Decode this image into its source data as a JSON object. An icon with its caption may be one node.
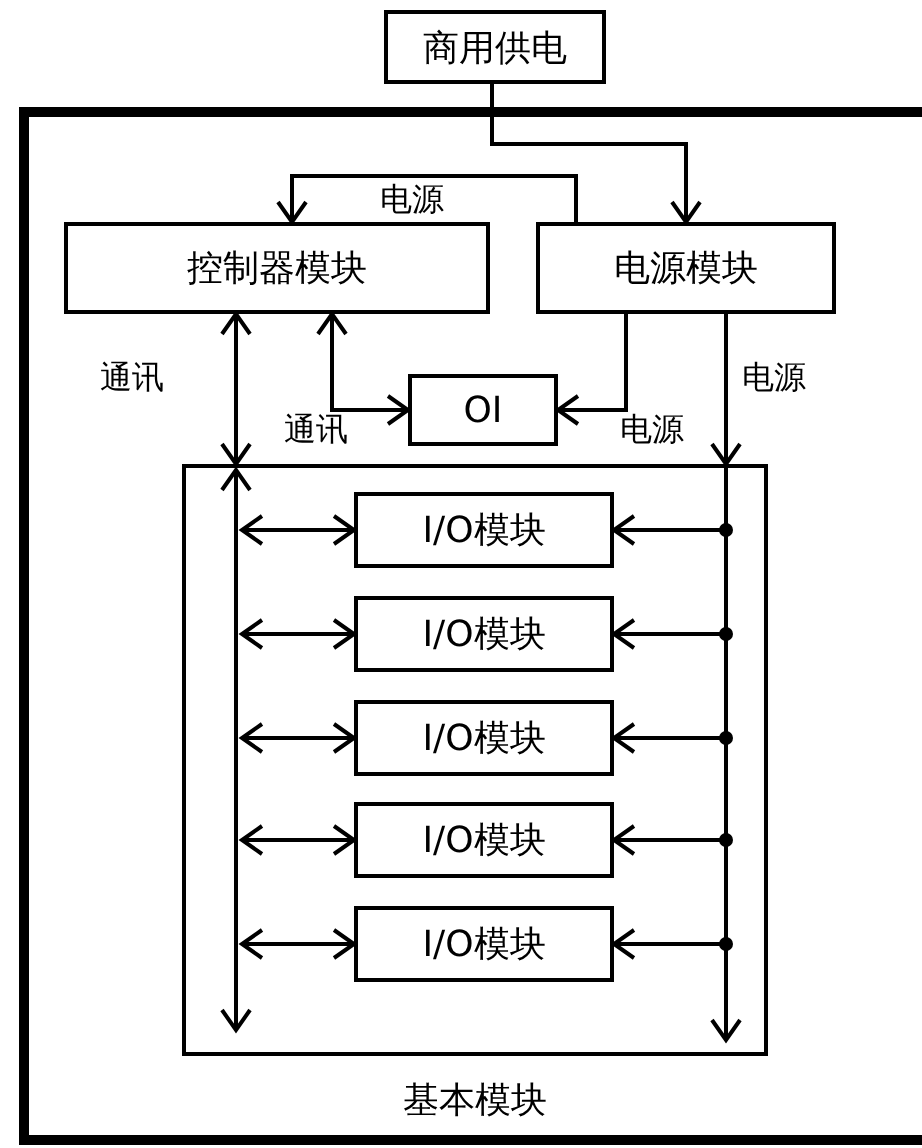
{
  "diagram": {
    "nodes": [
      {
        "text": [
          "商用供电"
        ]
      },
      {
        "text": [
          "控制器模块"
        ]
      },
      {
        "text": [
          "电源模块"
        ]
      },
      {
        "text": [
          "OI"
        ]
      },
      {
        "text": [
          "基本模块"
        ]
      },
      {
        "text": [
          "I/O模块"
        ],
        "in": 4
      },
      {
        "text": [
          "I/O模块"
        ],
        "in": 4
      },
      {
        "text": [
          "I/O模块"
        ],
        "in": 4
      },
      {
        "text": [
          "I/O模块"
        ],
        "in": 4
      },
      {
        "text": [
          "I/O模块"
        ],
        "in": 4
      }
    ],
    "edges": [
      {
        "from": 0,
        "to": 2,
        "arrow": "to"
      },
      {
        "from": 2,
        "to": 1,
        "arrow": "to",
        "label": "电源"
      },
      {
        "from": 1,
        "to": 4,
        "arrow": "both",
        "label": "通讯"
      },
      {
        "from": 1,
        "to": 3,
        "arrow": "both",
        "label": "通讯"
      },
      {
        "from": 2,
        "to": 3,
        "arrow": "to",
        "label": "电源"
      },
      {
        "from": 2,
        "to": 4,
        "arrow": "to",
        "label": "电源"
      },
      {
        "from": null,
        "to": 5,
        "arrow": "both"
      },
      {
        "from": null,
        "to": 6,
        "arrow": "both"
      },
      {
        "from": null,
        "to": 7,
        "arrow": "both"
      },
      {
        "from": null,
        "to": 8,
        "arrow": "both"
      },
      {
        "from": null,
        "to": 9,
        "arrow": "both"
      },
      {
        "from": null,
        "to": 5,
        "arrow": "to"
      },
      {
        "from": null,
        "to": 6,
        "arrow": "to"
      },
      {
        "from": null,
        "to": 7,
        "arrow": "to"
      },
      {
        "from": null,
        "to": 8,
        "arrow": "to"
      },
      {
        "from": null,
        "to": 9,
        "arrow": "to"
      }
    ]
  }
}
